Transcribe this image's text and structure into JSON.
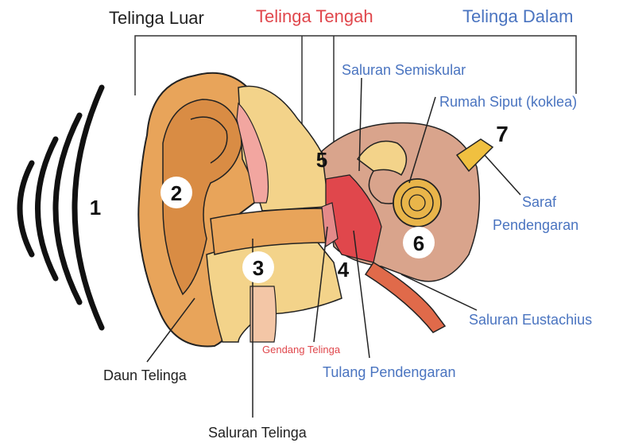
{
  "headers": {
    "outer": "Telinga Luar",
    "middle": "Telinga Tengah",
    "inner": "Telinga Dalam"
  },
  "labels": {
    "semicircular": "Saluran Semiskular",
    "cochlea": "Rumah Siput (koklea)",
    "auditory_nerve_line1": "Saraf",
    "auditory_nerve_line2": "Pendengaran",
    "eustachian": "Saluran Eustachius",
    "eardrum": "Gendang Telinga",
    "ossicles": "Tulang Pendengaran",
    "pinna": "Daun Telinga",
    "ear_canal": "Saluran Telinga"
  },
  "numbers": [
    "1",
    "2",
    "3",
    "4",
    "5",
    "6",
    "7"
  ],
  "colors": {
    "outer_header": "#222222",
    "middle_header": "#e0474c",
    "inner_header": "#4a74c0",
    "label_blue": "#4a74c0",
    "label_red": "#e0474c",
    "label_dark": "#222222",
    "skin": "#e8a45a",
    "skin_dark": "#c97a34",
    "bone": "#f3d38a",
    "inner_tissue": "#d9a48c",
    "canal_pink": "#f2a6a0",
    "cochlea": "#e9b54a",
    "nerve": "#f0c040",
    "eustachian": "#e06a4a"
  }
}
